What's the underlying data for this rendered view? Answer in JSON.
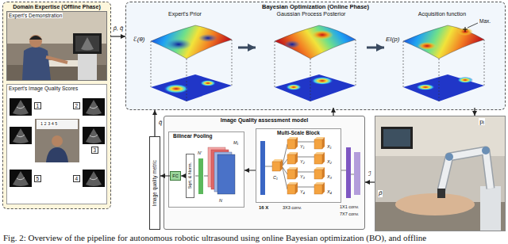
{
  "diagram": {
    "caption": "Fig. 2: Overview of the pipeline for autonomous robotic ultrasound using online Bayesian optimization (BO), and offline",
    "nodes": [
      {
        "text": [
          "Domain Expertise (Offline Phase)"
        ]
      },
      {
        "text": [
          "Expert's Demonstration"
        ],
        "in": 0
      },
      {
        "text": [
          "Expert's Image Quality Scores"
        ],
        "in": 0
      },
      {
        "text": [
          "Bayesian Optimization (Online Phase)"
        ]
      },
      {
        "text": [
          "Expert's Prior"
        ],
        "in": 3
      },
      {
        "text": [
          "Gaussian Process Posterior"
        ],
        "in": 3
      },
      {
        "text": [
          "Acquisition function"
        ],
        "in": 3
      },
      {
        "text": [
          "Image quality metric"
        ]
      },
      {
        "text": [
          "Image Quality assessment model"
        ]
      },
      {
        "text": [
          "Bilinear Pooling"
        ],
        "in": 8
      },
      {
        "text": [
          "FC"
        ],
        "in": 9
      },
      {
        "text": [
          "Sqrt. & Norm."
        ],
        "in": 9
      },
      {
        "text": [
          "Multi-Scale Block"
        ],
        "in": 8
      },
      {
        "text": [
          "pᵢ"
        ]
      }
    ],
    "edges": [
      {
        "from": 0,
        "to": 3,
        "label": "p̄, q̄",
        "arrow": "to"
      },
      {
        "from": 4,
        "to": 5,
        "arrow": "to"
      },
      {
        "from": 5,
        "to": 6,
        "arrow": "to"
      },
      {
        "from": 6,
        "to": 13,
        "arrow": "to"
      },
      {
        "from": 13,
        "to": 8,
        "label": "ℐ",
        "arrow": "to"
      },
      {
        "from": 12,
        "to": 9,
        "arrow": "to"
      },
      {
        "from": 11,
        "to": 10,
        "arrow": "to"
      },
      {
        "from": 10,
        "to": 7,
        "arrow": "to"
      },
      {
        "from": 7,
        "to": 3,
        "label": "q̄",
        "arrow": "to"
      },
      {
        "from": 8,
        "to": 5,
        "arrow": "to"
      }
    ],
    "labels": [
      "1",
      "2",
      "3",
      "4",
      "5",
      "1 2 3 4 5",
      "ℰ(θ)",
      "EI(p)",
      "Max.",
      "N′",
      "N",
      "M₁",
      "X₁",
      "X₂",
      "X₃",
      "X₄",
      "Y₁",
      "Y₂",
      "Y₃",
      "Y₄",
      "C₁",
      "16 X",
      "3X3 conv.",
      "1X1 conv.",
      "7X7 conv.",
      "p̄"
    ]
  }
}
